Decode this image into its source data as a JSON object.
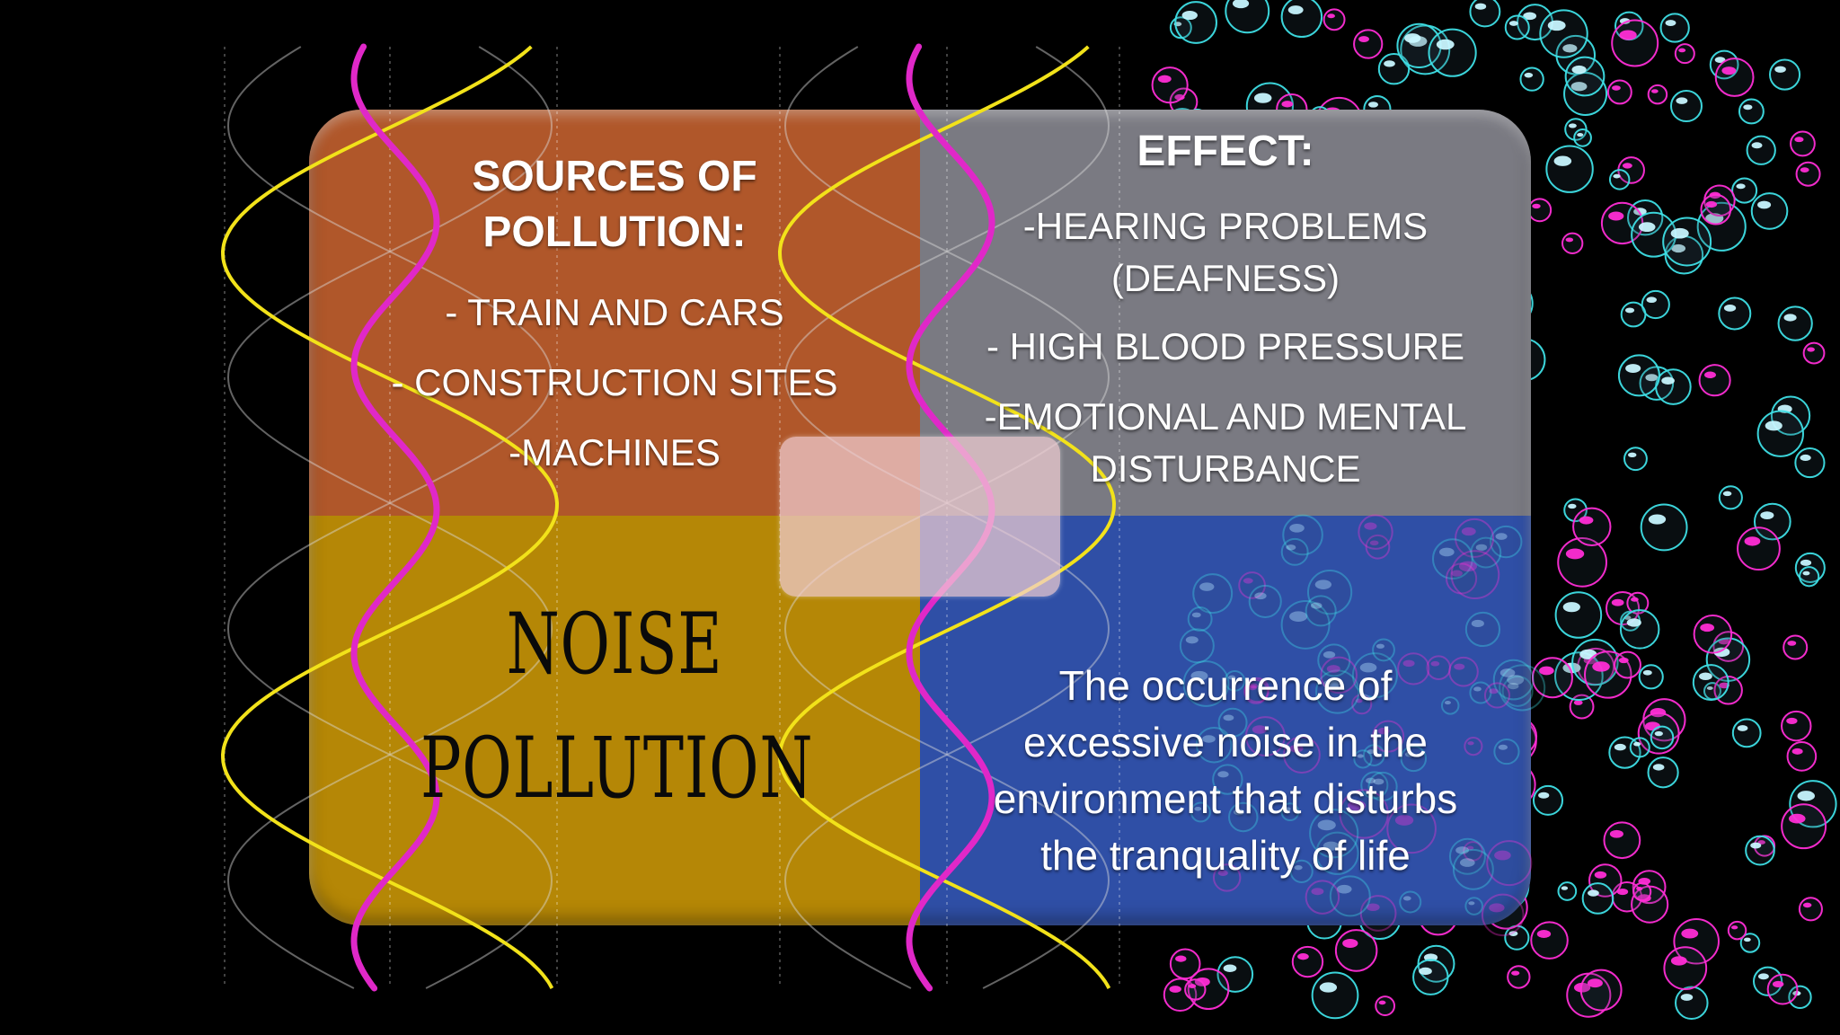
{
  "slide": {
    "sources": {
      "heading_line1": "SOURCES OF",
      "heading_line2": "POLLUTION:",
      "items": [
        "- TRAIN AND CARS",
        "- CONSTRUCTION SITES",
        "-MACHINES"
      ]
    },
    "effect": {
      "heading": "EFFECT:",
      "items": [
        "-HEARING PROBLEMS",
        "(DEAFNESS)",
        "- HIGH BLOOD PRESSURE",
        "-EMOTIONAL AND MENTAL",
        "DISTURBANCE"
      ]
    },
    "title": {
      "line1": "NOISE",
      "line2": "POLLUTION"
    },
    "definition": {
      "lines": [
        "The occurrence of",
        "excessive noise in the",
        "environment that disturbs",
        "the tranquality of life"
      ]
    }
  },
  "colors": {
    "sources_panel": "#b0572a",
    "effect_panel": "#7a7a82",
    "title_panel": "#b58706",
    "definition_panel": "#2f4fa6",
    "wave_yellow": "#f2e21a",
    "wave_magenta": "#e028c8",
    "bubble_pink": "#ff2ed6",
    "bubble_cyan": "#3fe0e6"
  }
}
